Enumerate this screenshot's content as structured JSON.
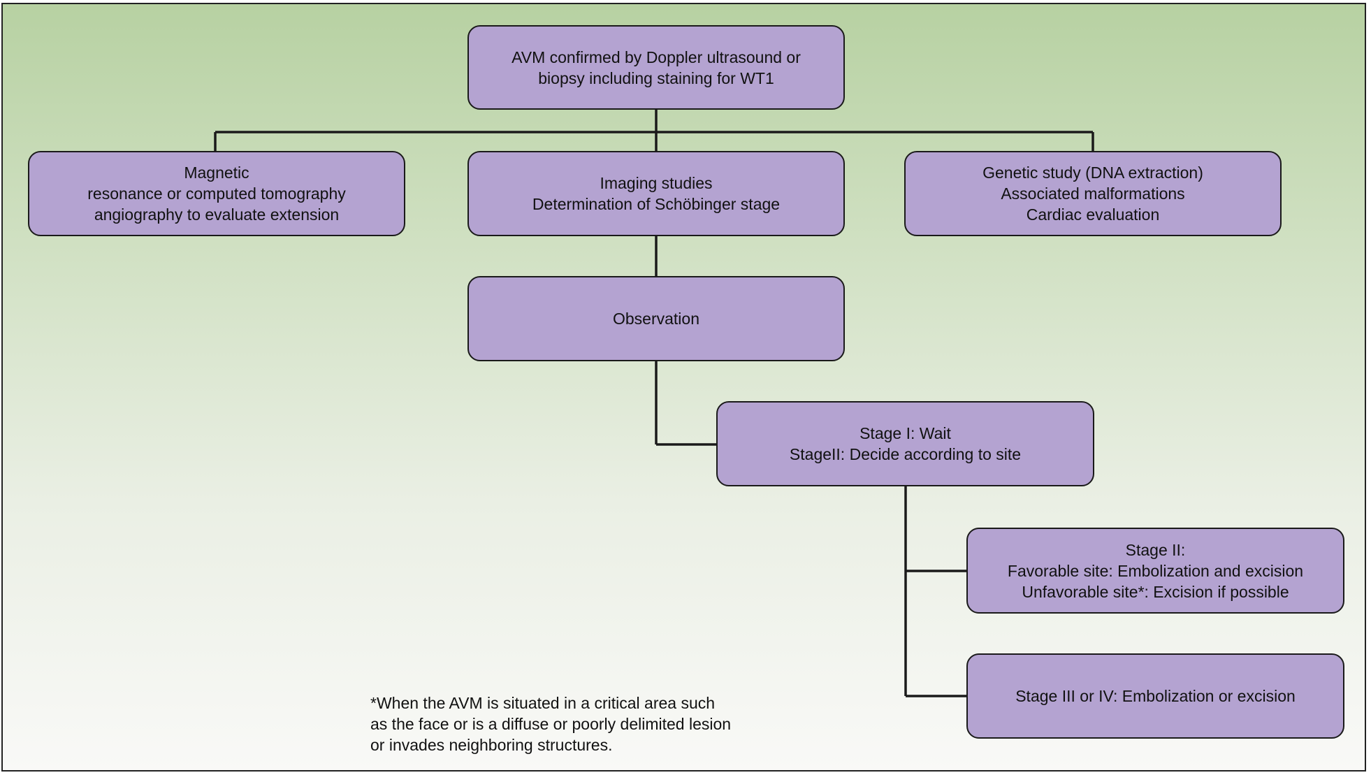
{
  "diagram": {
    "root": {
      "lines": [
        "AVM confirmed by Doppler ultrasound or",
        "biopsy including staining for WT1"
      ]
    },
    "mri": {
      "lines": [
        "Magnetic",
        "resonance or computed tomography",
        "angiography to evaluate extension"
      ]
    },
    "imaging": {
      "lines": [
        "Imaging studies",
        "Determination of Schöbinger stage"
      ]
    },
    "genetic": {
      "lines": [
        "Genetic study (DNA extraction)",
        "Associated malformations",
        "Cardiac evaluation"
      ]
    },
    "observation": {
      "lines": [
        "Observation"
      ]
    },
    "stage1": {
      "lines": [
        "Stage I: Wait",
        "StageII: Decide according to site"
      ]
    },
    "stage2": {
      "lines": [
        "Stage II:",
        "Favorable site: Embolization and excision",
        "Unfavorable site*: Excision if possible"
      ]
    },
    "stage3": {
      "lines": [
        "Stage III or IV: Embolization or excision"
      ]
    }
  },
  "footnote": {
    "lines": [
      "*When the AVM is situated in a critical area such",
      "as the face or is a diffuse or poorly delimited lesion",
      "or invades neighboring structures."
    ]
  },
  "colors": {
    "node_fill": "#b4a3d1",
    "line": "#1a1a1a",
    "background_top": "#b7d1a2",
    "background_bottom": "#f9f9f7"
  }
}
